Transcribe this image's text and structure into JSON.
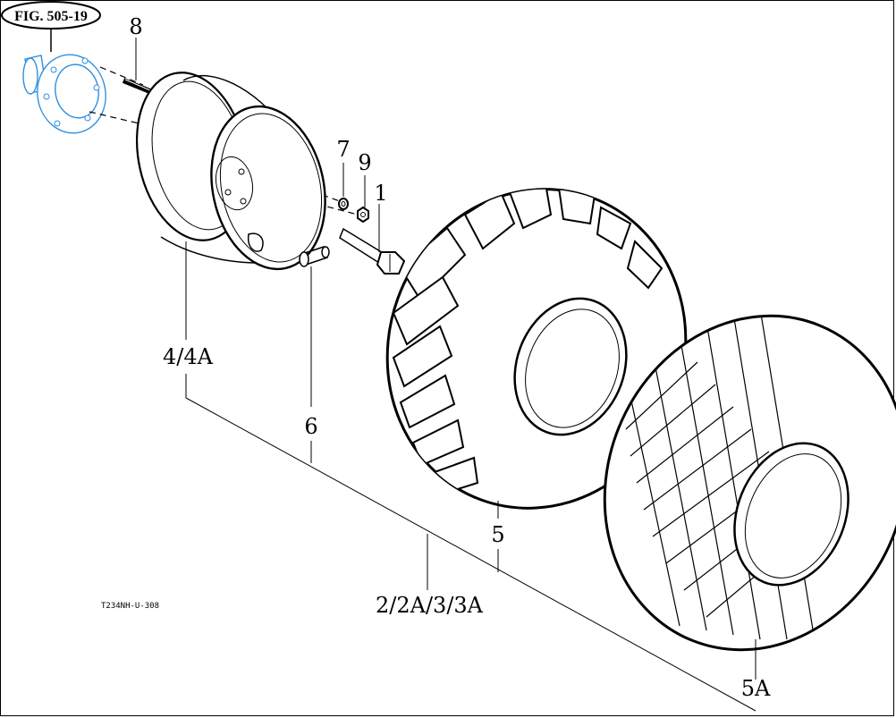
{
  "figure": {
    "badge": "FIG. 505-19",
    "drawing_code": "T234NH-U-308"
  },
  "callouts": {
    "hub": "8",
    "rim": "4/4A",
    "valve": "6",
    "washer": "7",
    "nut": "9",
    "bolt": "1",
    "tire_lug": "5",
    "tire_turf": "5A",
    "assembly": "2/2A/3/3A"
  },
  "colors": {
    "highlight": "#2f8fe0",
    "line": "#000000",
    "background": "#ffffff"
  }
}
